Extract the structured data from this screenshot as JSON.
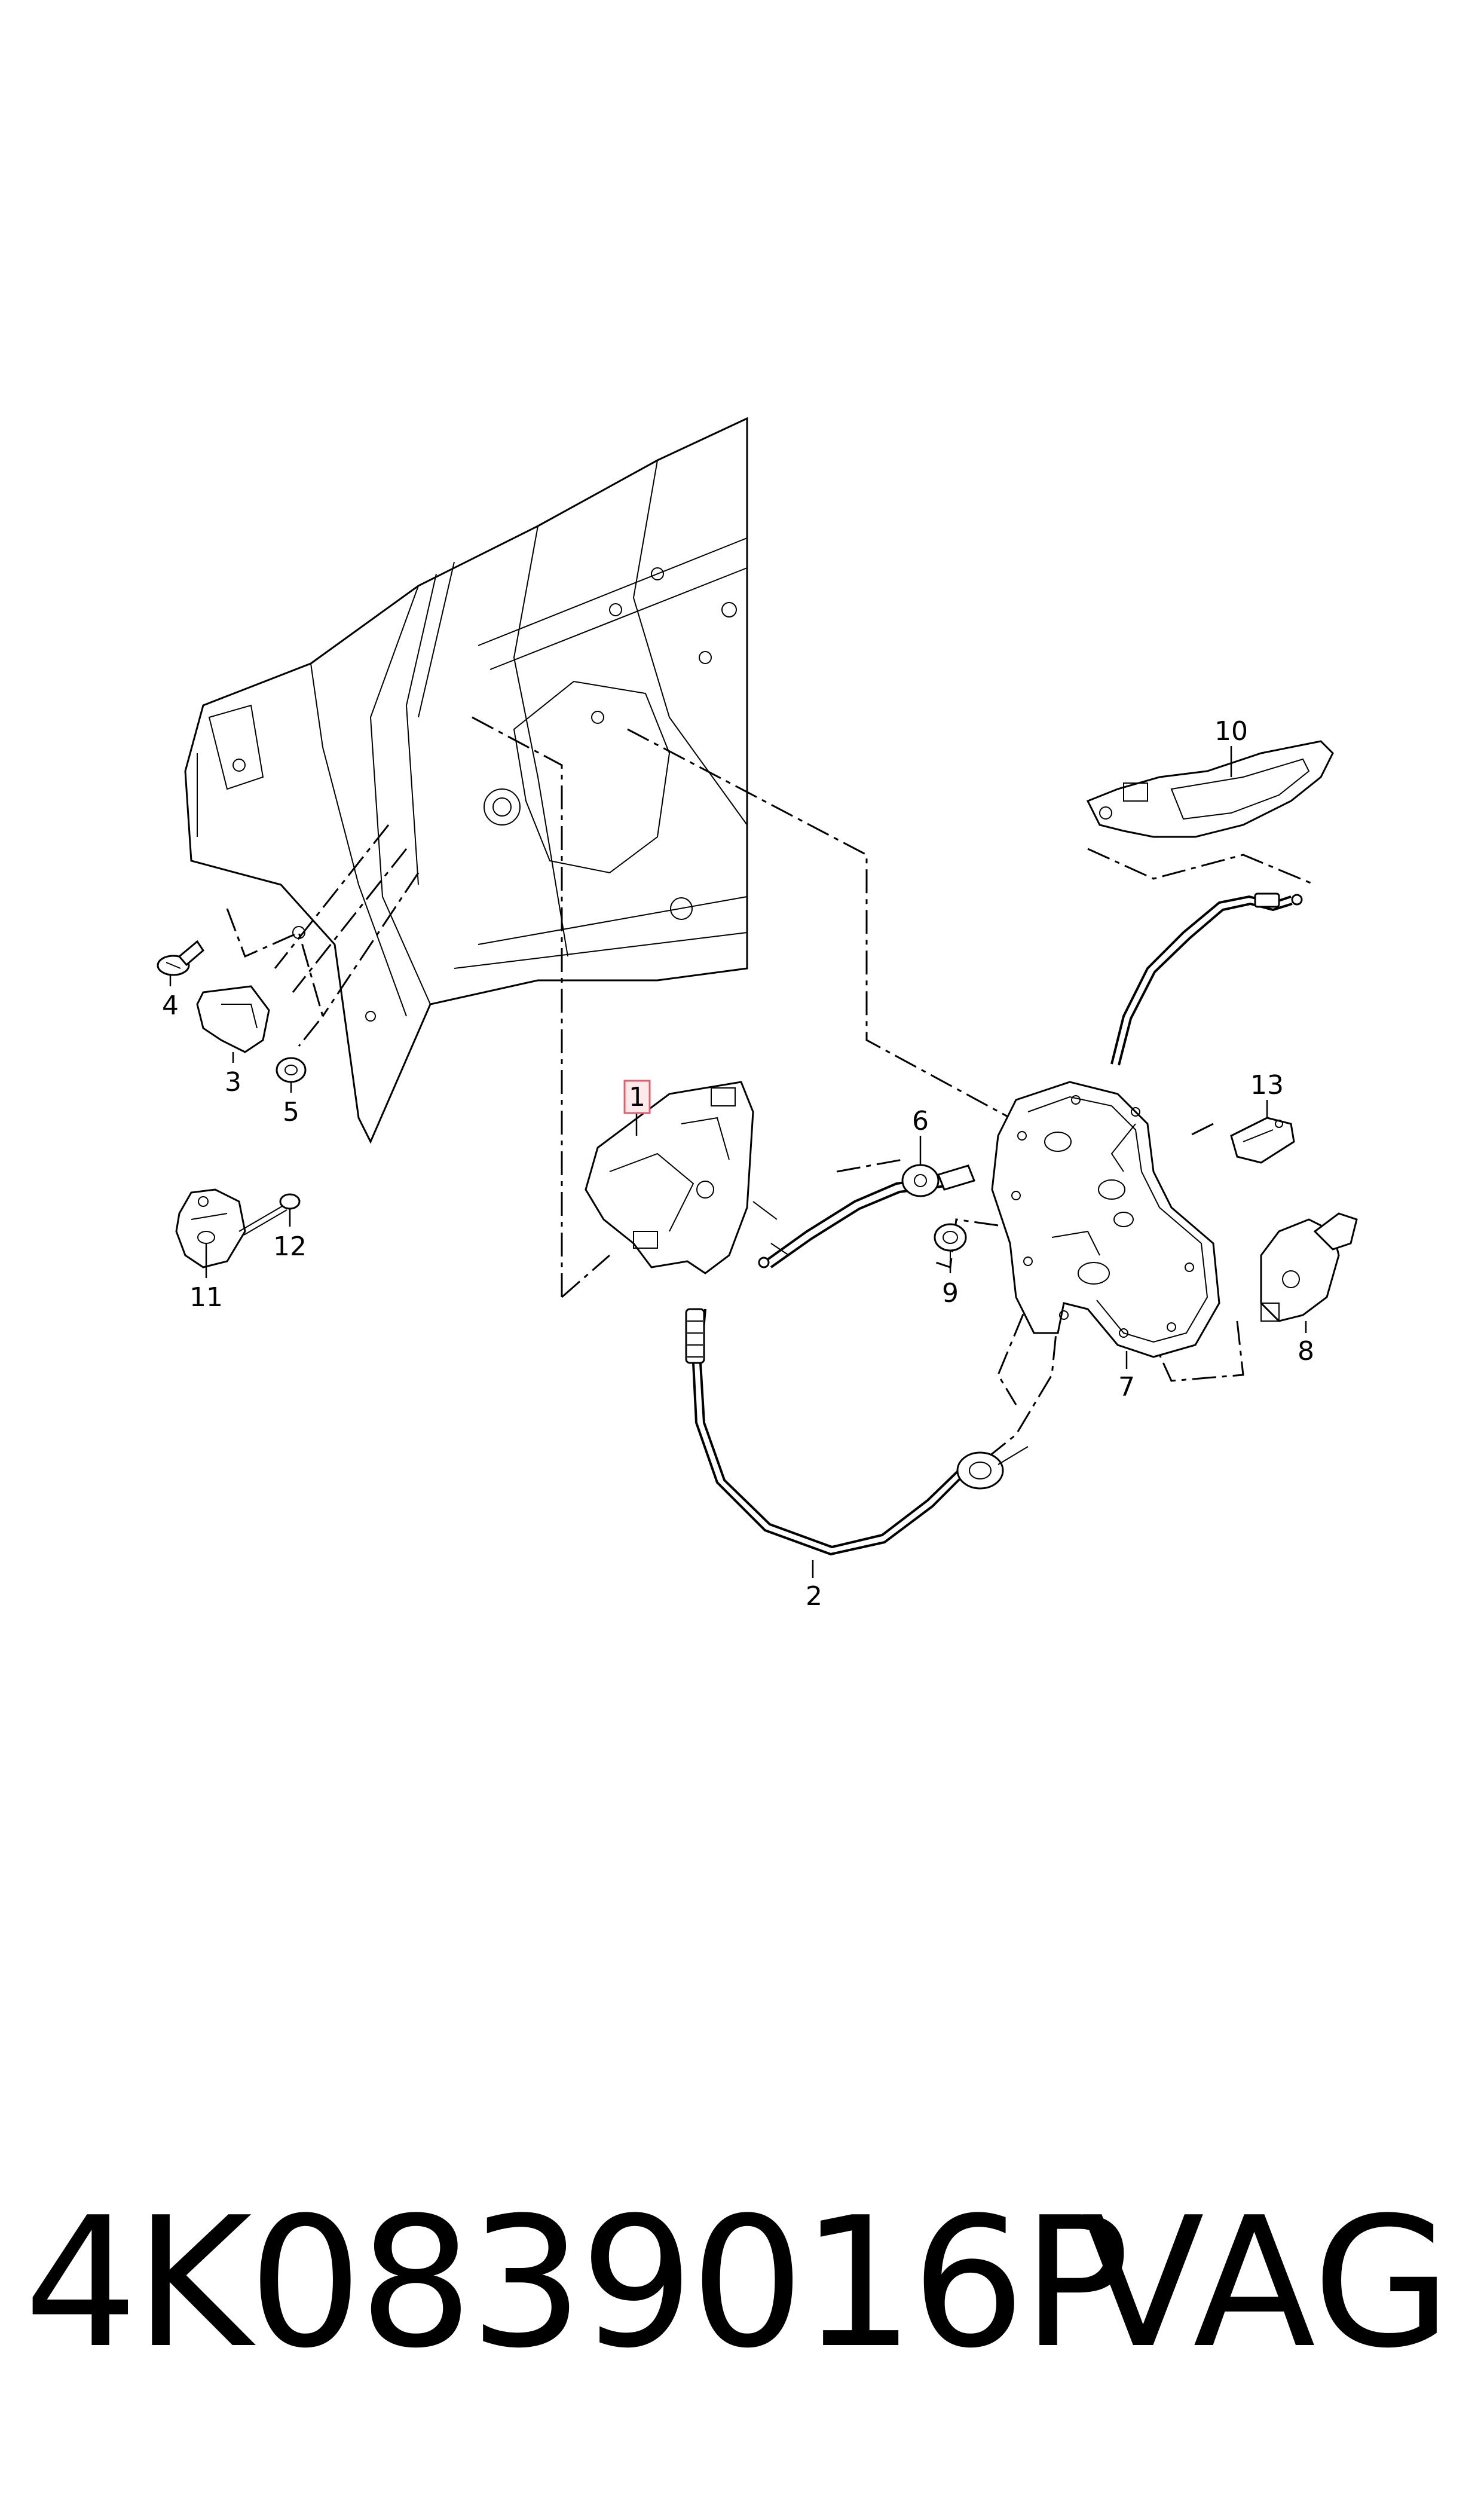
{
  "diagram": {
    "callouts": [
      {
        "id": "1",
        "label": "1",
        "highlighted": true
      },
      {
        "id": "2",
        "label": "2"
      },
      {
        "id": "3",
        "label": "3"
      },
      {
        "id": "4",
        "label": "4"
      },
      {
        "id": "5",
        "label": "5"
      },
      {
        "id": "6",
        "label": "6"
      },
      {
        "id": "7",
        "label": "7"
      },
      {
        "id": "8",
        "label": "8"
      },
      {
        "id": "9",
        "label": "9"
      },
      {
        "id": "10",
        "label": "10"
      },
      {
        "id": "11",
        "label": "11"
      },
      {
        "id": "12",
        "label": "12"
      },
      {
        "id": "13",
        "label": "13"
      }
    ],
    "highlight_color": "#e06070"
  },
  "footer": {
    "part_number": "4K0839016P",
    "brand": "VAG"
  }
}
